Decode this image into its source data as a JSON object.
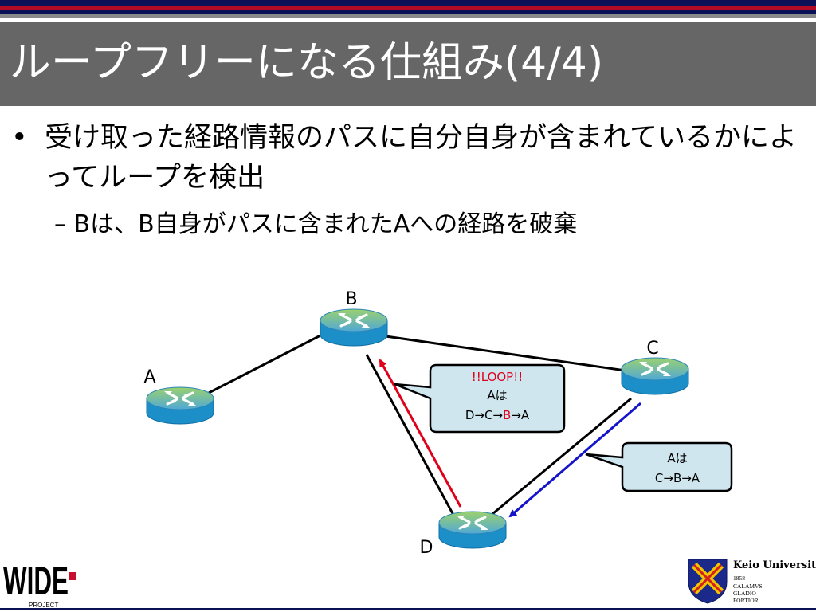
{
  "slide": {
    "title": "ループフリーになる仕組み(4/4)",
    "bullet_marker": "•",
    "bullet_1": "受け取った経路情報のパスに自分自身が含まれているかによってループを検出",
    "bullet_2": "– Bは、B自身がパスに含まれたAへの経路を破棄"
  },
  "diagram": {
    "nodes": {
      "a": "A",
      "b": "B",
      "c": "C",
      "d": "D"
    },
    "callout_loop": {
      "line1": "!!LOOP!!",
      "line2": "Aは",
      "line3_pre": "D→C→",
      "line3_hl": "B",
      "line3_post": "→A"
    },
    "callout_path": {
      "line1": "Aは",
      "line2": "C→B→A"
    },
    "colors": {
      "loop_arrow": "#e0001b",
      "path_arrow": "#1414c8",
      "router_body": "#1c8fc9",
      "callout_fill": "#cfe6ef"
    }
  },
  "logos": {
    "wide_text": "WIDE",
    "wide_sub": "PROJECT",
    "keio_name": "Keio University",
    "keio_year": "1858",
    "keio_motto_1": "CALAMVS",
    "keio_motto_2": "GLADIO",
    "keio_motto_3": "FORTIOR"
  }
}
